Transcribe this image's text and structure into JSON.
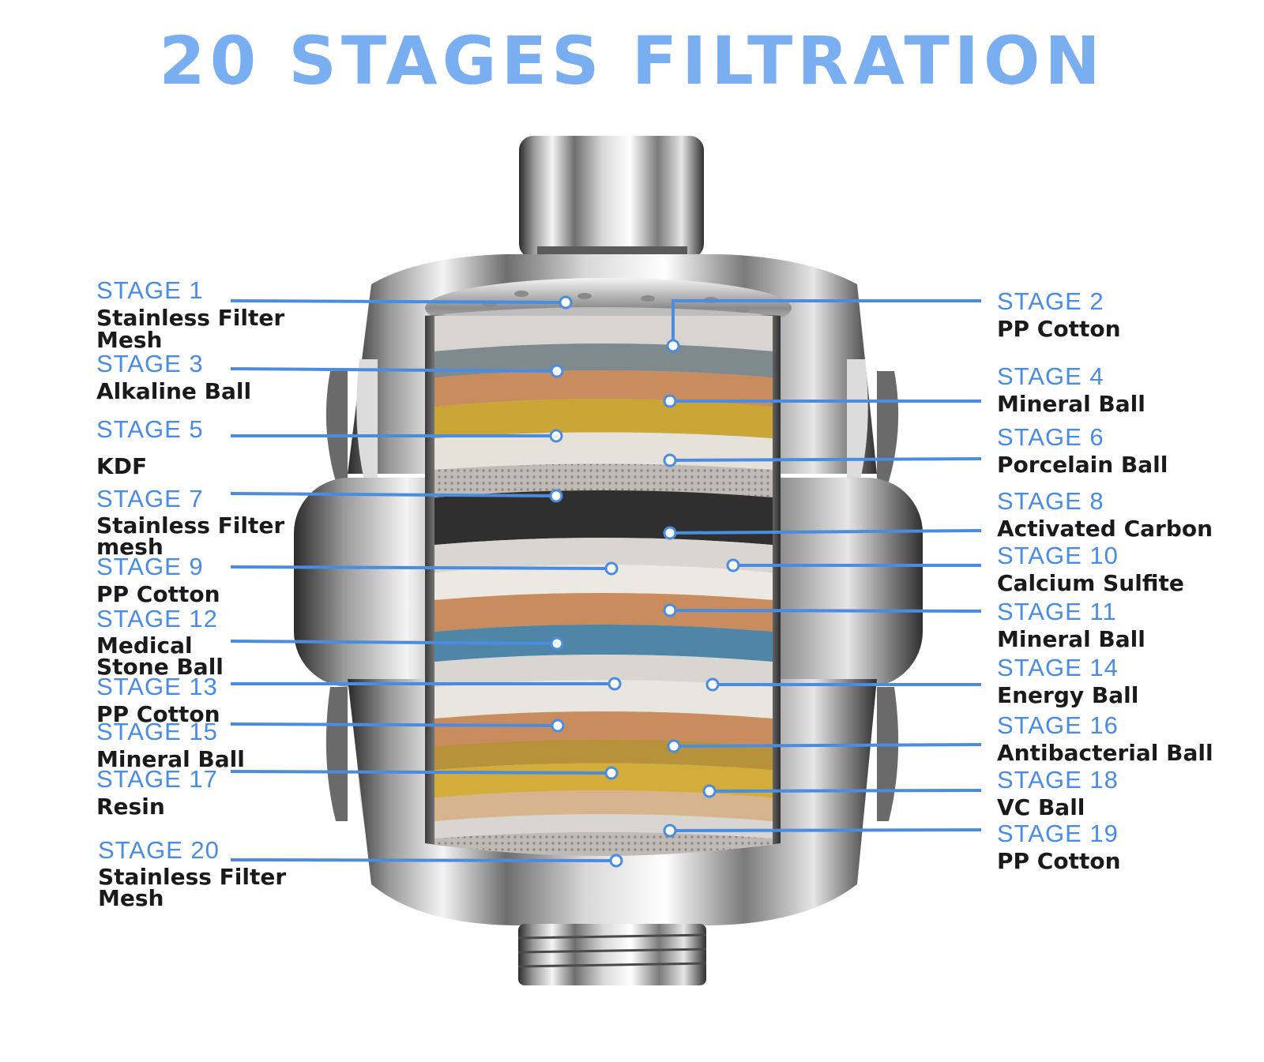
{
  "title": "20 STAGES FILTRATION",
  "colors": {
    "accent": "#4a8ce0",
    "title": "#79aef0",
    "leader": "#4a8ce0",
    "text": "#1a1a1a"
  },
  "stages": [
    {
      "no": "STAGE 1",
      "name": "Stainless Filter Mesh"
    },
    {
      "no": "STAGE 2",
      "name": "PP Cotton"
    },
    {
      "no": "STAGE 3",
      "name": "Alkaline Ball"
    },
    {
      "no": "STAGE 4",
      "name": "Mineral Ball"
    },
    {
      "no": "STAGE 5",
      "name": "KDF"
    },
    {
      "no": "STAGE 6",
      "name": "Porcelain Ball"
    },
    {
      "no": "STAGE 7",
      "name": "Stainless Filter mesh"
    },
    {
      "no": "STAGE 8",
      "name": "Activated Carbon"
    },
    {
      "no": "STAGE 9",
      "name": "PP Cotton"
    },
    {
      "no": "STAGE 10",
      "name": "Calcium Sulfite"
    },
    {
      "no": "STAGE 11",
      "name": "Mineral Ball"
    },
    {
      "no": "STAGE 12",
      "name": "Medical Stone Ball"
    },
    {
      "no": "STAGE 13",
      "name": "PP Cotton"
    },
    {
      "no": "STAGE 14",
      "name": "Energy Ball"
    },
    {
      "no": "STAGE 15",
      "name": "Mineral Ball"
    },
    {
      "no": "STAGE 16",
      "name": "Antibacterial Ball"
    },
    {
      "no": "STAGE 17",
      "name": "Resin"
    },
    {
      "no": "STAGE 18",
      "name": "VC Ball"
    },
    {
      "no": "STAGE 19",
      "name": "PP Cotton"
    },
    {
      "no": "STAGE 20",
      "name": "Stainless Filter Mesh"
    }
  ]
}
